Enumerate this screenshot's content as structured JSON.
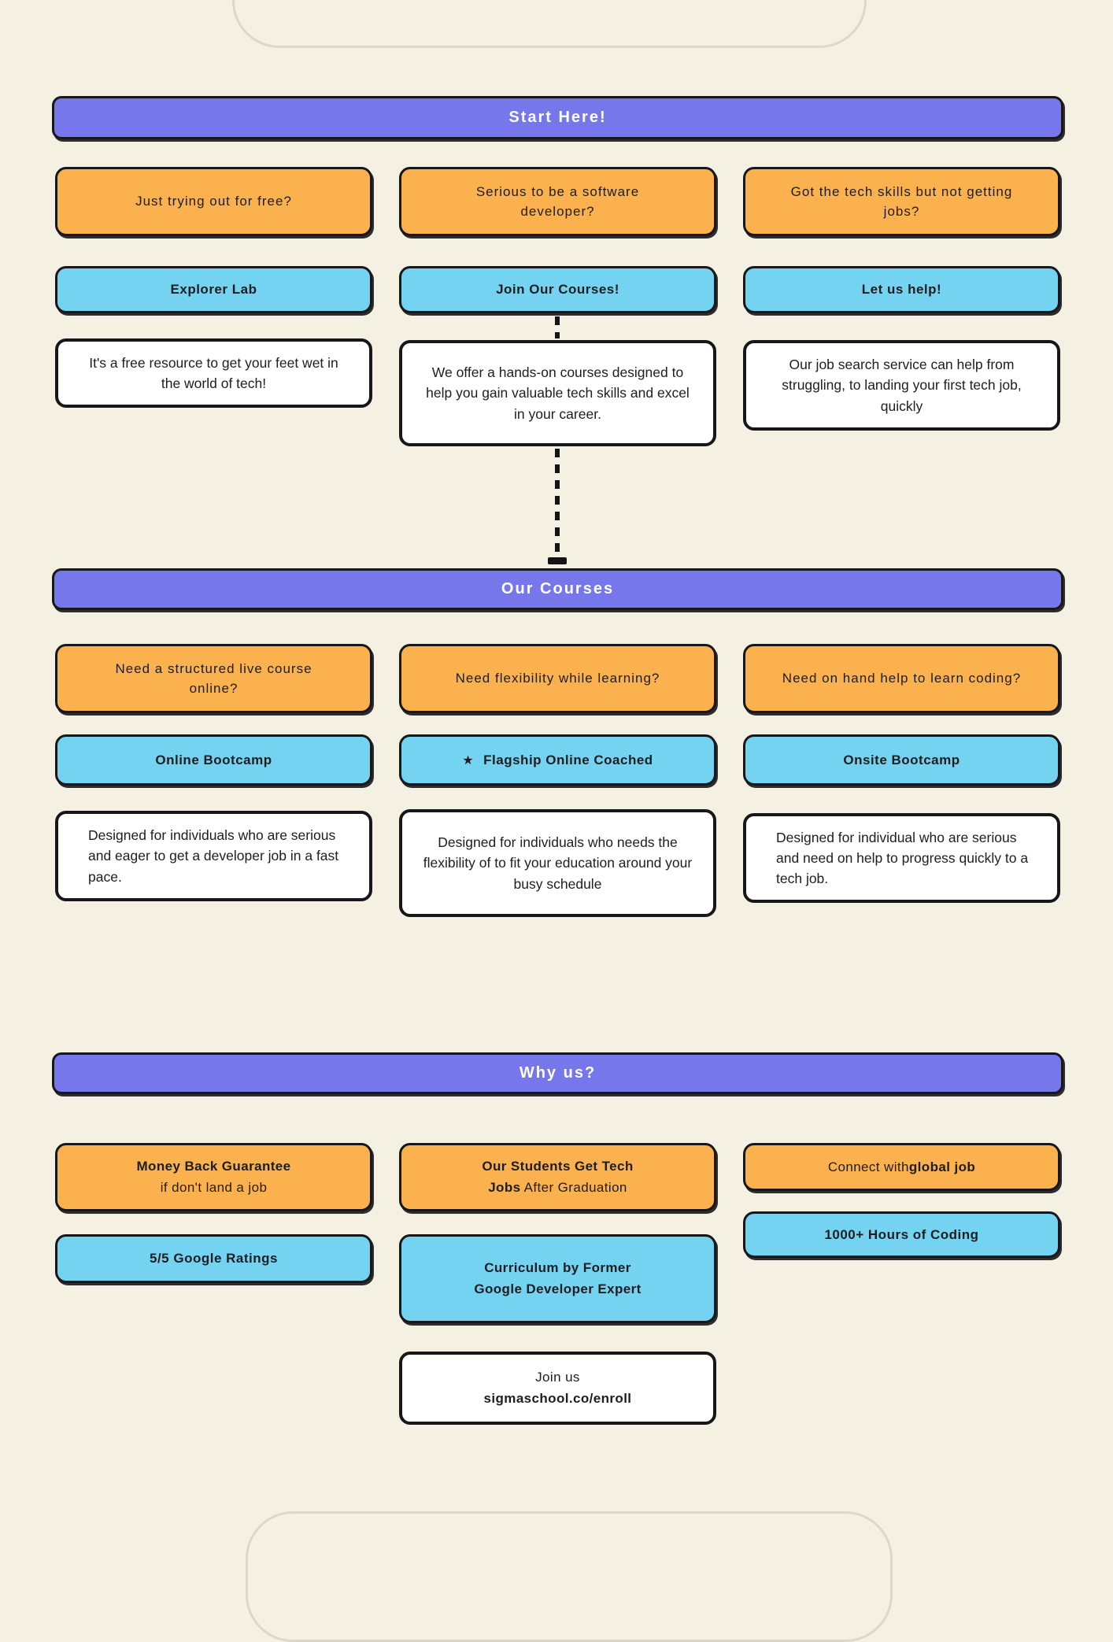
{
  "colors": {
    "background": "#f4f1e3",
    "purple": "#7577EB",
    "orange": "#FBB14D",
    "blue": "#74D3F1",
    "card_white": "#ffffff",
    "outline": "#17171a"
  },
  "sections": [
    {
      "header": "Start Here!",
      "columns": [
        {
          "question": "Just trying out for free?",
          "label": "Explorer Lab",
          "description": "It's a free resource to get your feet wet in the world of tech!"
        },
        {
          "question": "Serious to be a software developer?",
          "label": "Join Our Courses!",
          "description": "We offer a hands-on courses designed to help you gain valuable tech skills and excel in your career."
        },
        {
          "question": "Got the tech skills but not getting jobs?",
          "label": "Let us help!",
          "description": "Our job search service can help from struggling, to landing  your first tech job, quickly"
        }
      ]
    },
    {
      "header": "Our Courses",
      "columns": [
        {
          "question": "Need a structured live course online?",
          "label": "Online Bootcamp",
          "description": "Designed for individuals who are serious and eager to get a developer job in a fast pace."
        },
        {
          "question": "Need flexibility while learning?",
          "label": "Flagship Online Coached",
          "label_icon": "★",
          "description": "Designed for individuals who needs the flexibility of to fit your education around your busy schedule"
        },
        {
          "question": "Need on hand help to learn coding?",
          "label": "Onsite Bootcamp",
          "description": "Designed for individual who are serious and need on help to progress quickly to a tech job."
        }
      ]
    },
    {
      "header": "Why us?",
      "cards": {
        "money_back_line1": "Money Back Guarantee",
        "money_back_line2": "if don't land a job",
        "students_line1": "Our Students Get Tech",
        "students_line2_bold": "Jobs",
        "students_line2_rest": " After Graduation",
        "connect_prefix": "Connect with ",
        "connect_bold": "global job",
        "google_ratings": "5/5 Google Ratings",
        "coding_hours": "1000+ Hours of Coding",
        "curriculum_line1": "Curriculum by Former",
        "curriculum_line2": "Google Developer Expert",
        "join_line1": "Join us",
        "join_url": "sigmaschool.co/enroll"
      }
    }
  ]
}
